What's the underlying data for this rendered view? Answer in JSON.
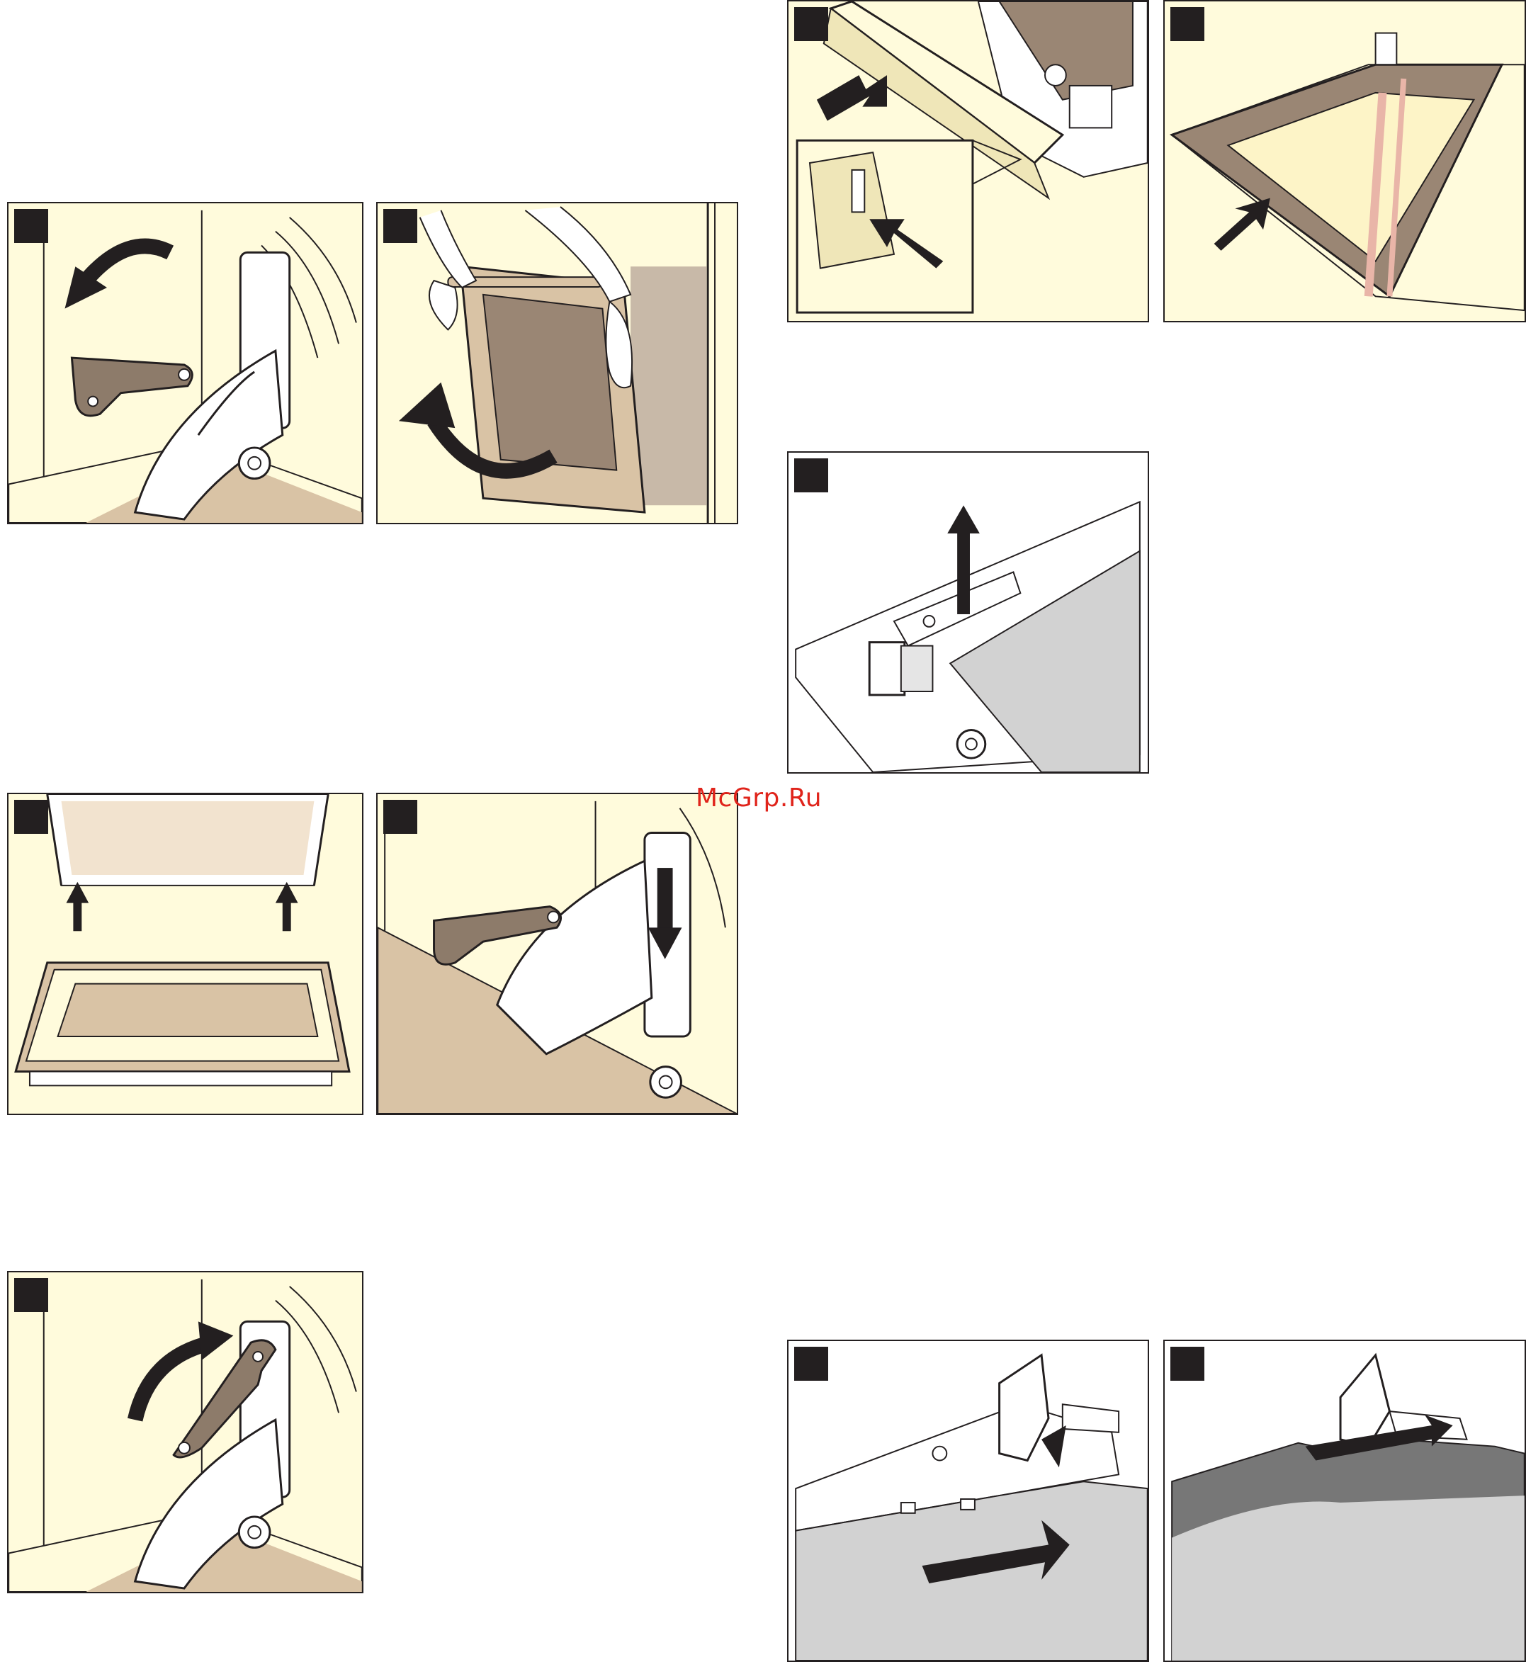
{
  "watermark": {
    "text": "McGrp.Ru",
    "color": "#e0241b"
  },
  "colors": {
    "panel_fill_cream": "#fffbdc",
    "panel_fill_white": "#ffffff",
    "border": "#231f20",
    "handle_brown": "#8d7b6a",
    "door_tan": "#d9c3a5",
    "glass_brown": "#9a8674",
    "grey_fill": "#d2d2d2",
    "dark_grey_fill": "#777777"
  },
  "panels": [
    {
      "id": "hinge-lever-open",
      "icons": [
        "curved-arrow-icon",
        "hinge-lever-icon",
        "screw-icon"
      ]
    },
    {
      "id": "door-lift-out",
      "icons": [
        "hands-icon",
        "curved-arrow-icon",
        "door-panel-icon"
      ]
    },
    {
      "id": "clip-release",
      "icons": [
        "arrow-icon",
        "detail-callout-icon"
      ]
    },
    {
      "id": "glass-slide-out",
      "icons": [
        "arrow-icon",
        "glass-pane-icon"
      ]
    },
    {
      "id": "strip-lift-up",
      "icons": [
        "arrow-up-icon",
        "hinge-bracket-icon",
        "screw-icon"
      ]
    },
    {
      "id": "door-hang-in",
      "icons": [
        "arrow-up-icon",
        "door-panel-icon"
      ]
    },
    {
      "id": "hinge-lever-down",
      "icons": [
        "arrow-down-icon",
        "hinge-lever-icon",
        "screw-icon"
      ]
    },
    {
      "id": "hinge-lever-close",
      "icons": [
        "curved-arrow-icon",
        "hinge-lever-icon",
        "screw-icon"
      ]
    },
    {
      "id": "glass-slide-in",
      "icons": [
        "arrow-icon",
        "hinge-bracket-icon"
      ]
    },
    {
      "id": "pane-slide-in",
      "icons": [
        "arrow-icon",
        "hinge-bracket-icon"
      ]
    }
  ]
}
